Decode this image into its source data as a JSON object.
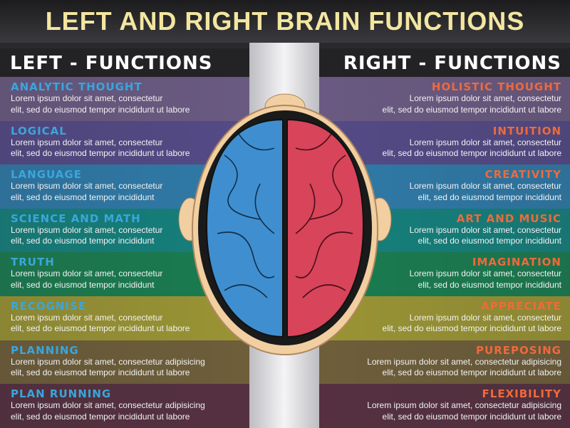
{
  "title": "LEFT AND RIGHT BRAIN FUNCTIONS",
  "left": {
    "heading": "LEFT - FUNCTIONS",
    "items": [
      {
        "title": "ANALYTIC THOUGHT",
        "l1": "Lorem ipsum dolor sit amet, consectetur",
        "l2": "elit, sed do eiusmod tempor incididunt ut labore"
      },
      {
        "title": "LOGICAL",
        "l1": "Lorem ipsum dolor sit amet, consectetur",
        "l2": "elit, sed do eiusmod tempor incididunt ut labore"
      },
      {
        "title": "LANGUAGE",
        "l1": "Lorem ipsum dolor sit amet, consectetur",
        "l2": "elit, sed do eiusmod tempor incididunt"
      },
      {
        "title": "SCIENCE AND MATH",
        "l1": "Lorem ipsum dolor sit amet, consectetur",
        "l2": "elit, sed do eiusmod tempor incididunt"
      },
      {
        "title": "TRUTH",
        "l1": "Lorem ipsum dolor sit amet, consectetur",
        "l2": "elit, sed do eiusmod tempor incididunt"
      },
      {
        "title": "RECOGNISE",
        "l1": "Lorem ipsum dolor sit amet, consectetur",
        "l2": "elit, sed do eiusmod tempor incididunt ut labore"
      },
      {
        "title": "PLANNING",
        "l1": "Lorem ipsum dolor sit amet, consectetur adipisicing",
        "l2": "elit, sed do eiusmod tempor incididunt ut labore"
      },
      {
        "title": "PLAN RUNNING",
        "l1": "Lorem ipsum dolor sit amet, consectetur adipisicing",
        "l2": "elit, sed do eiusmod tempor incididunt ut labore"
      }
    ]
  },
  "right": {
    "heading": "RIGHT - FUNCTIONS",
    "items": [
      {
        "title": "HOLISTIC THOUGHT",
        "l1": "Lorem ipsum dolor sit amet, consectetur",
        "l2": "elit, sed do eiusmod tempor incididunt ut labore"
      },
      {
        "title": "INTUITION",
        "l1": "Lorem ipsum dolor sit amet, consectetur",
        "l2": "elit, sed do eiusmod tempor incididunt ut labore"
      },
      {
        "title": "CREATIVITY",
        "l1": "Lorem ipsum dolor sit amet, consectetur",
        "l2": "elit, sed do eiusmod tempor incididunt"
      },
      {
        "title": "ART AND MUSIC",
        "l1": "Lorem ipsum dolor sit amet, consectetur",
        "l2": "elit, sed do eiusmod tempor incididunt"
      },
      {
        "title": "IMAGINATION",
        "l1": "Lorem ipsum dolor sit amet, consectetur",
        "l2": "elit, sed do eiusmod tempor incididunt"
      },
      {
        "title": "APPRECIATE",
        "l1": "Lorem ipsum dolor sit amet, consectetur",
        "l2": "elit, sed do eiusmod tempor incididunt ut labore"
      },
      {
        "title": "PUREPOSING",
        "l1": "Lorem ipsum dolor sit amet, consectetur adipisicing",
        "l2": "elit, sed do eiusmod tempor incididunt ut labore"
      },
      {
        "title": "FLEXIBILITY",
        "l1": "Lorem ipsum dolor sit amet, consectetur adipisicing",
        "l2": "elit, sed do eiusmod tempor incididunt ut labore"
      }
    ]
  },
  "band_colors": [
    "#6a5a82",
    "#544a86",
    "#2f7aa8",
    "#15807c",
    "#1a7c50",
    "#9a9434",
    "#6e5e3a",
    "#553040"
  ]
}
